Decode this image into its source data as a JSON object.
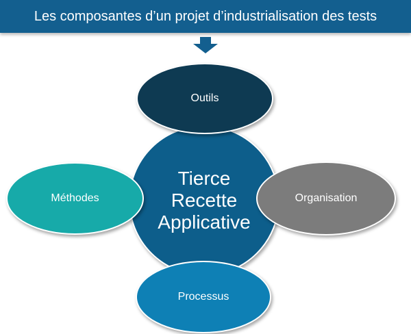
{
  "title": "Les composantes d’un projet d’industrialisation des tests",
  "center": {
    "line1": "Tierce",
    "line2": "Recette",
    "line3": "Applicative"
  },
  "nodes": {
    "top": "Outils",
    "left": "Méthodes",
    "right": "Organisation",
    "bottom": "Processus"
  },
  "colors": {
    "title_bar": "#135f8f",
    "center": "#0d5e8b",
    "top": "#0e3a52",
    "left": "#17aaa9",
    "right": "#7c7c7c",
    "bottom": "#0e80b5"
  },
  "icons": {
    "arrow": "arrow-down-icon"
  }
}
